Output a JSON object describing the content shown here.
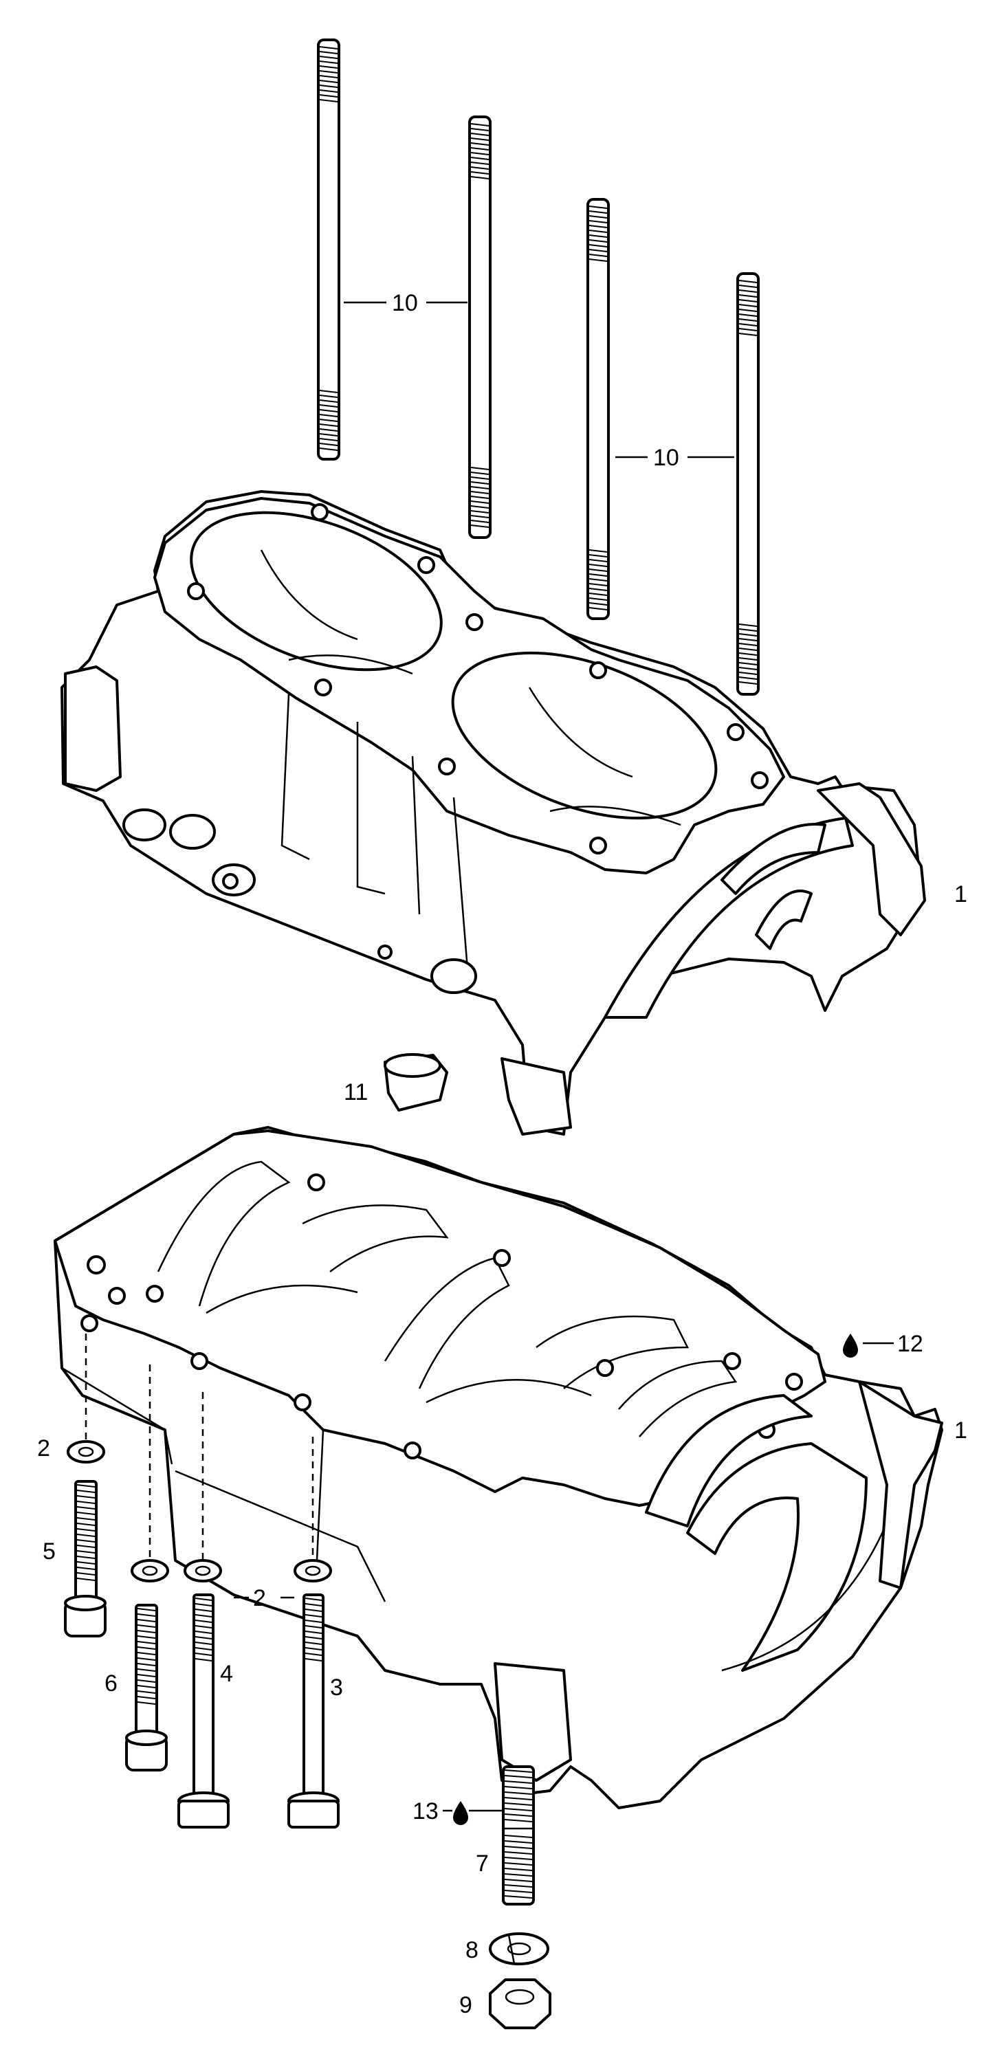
{
  "callouts": {
    "c10a": "10",
    "c10b": "10",
    "c1a": "1",
    "c11": "11",
    "c12": "12",
    "c1b": "1",
    "c2a": "2",
    "c5": "5",
    "c2b": "2",
    "c6": "6",
    "c4": "4",
    "c3": "3",
    "c13": "13",
    "c7": "7",
    "c8": "8",
    "c9": "9"
  },
  "colors": {
    "line": "#000000",
    "background": "#ffffff"
  },
  "icons": {
    "sealant": "drop-icon"
  }
}
